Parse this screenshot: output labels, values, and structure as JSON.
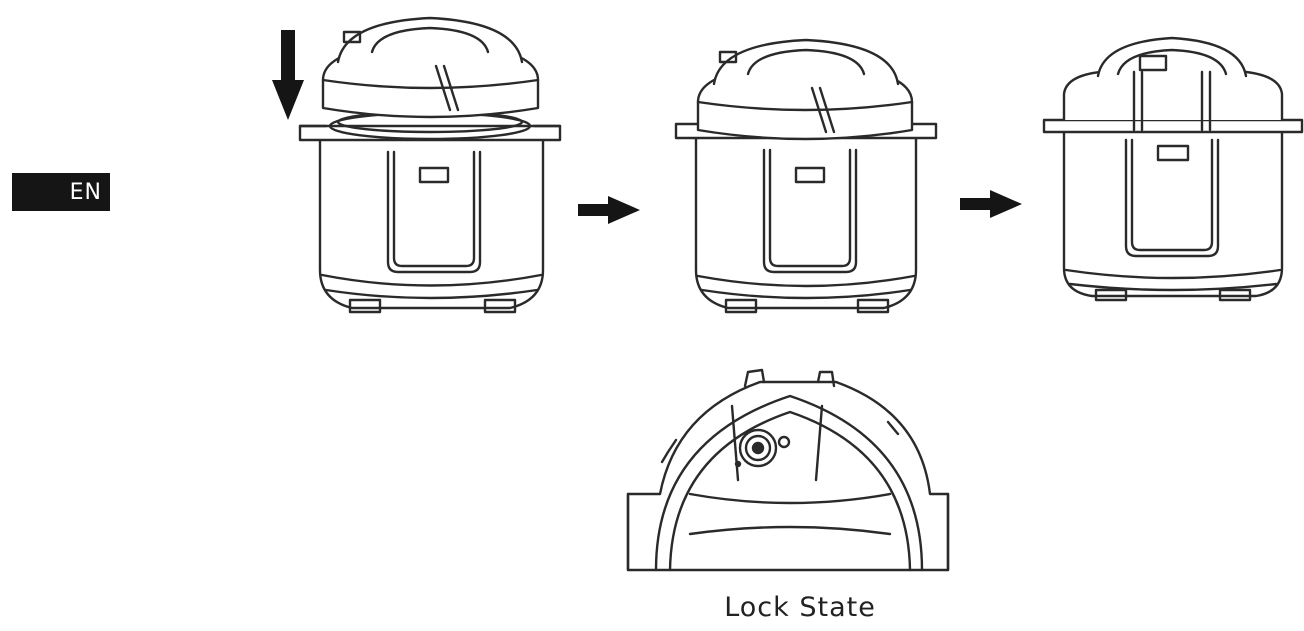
{
  "language_badge": "EN",
  "caption": "Lock State",
  "colors": {
    "ink": "#151515",
    "line": "#2a2a2a",
    "face": "#ffffff"
  },
  "steps": [
    {
      "icon": "arrow-down-icon"
    },
    {
      "icon": "pressure-cooker-lid-placing"
    },
    {
      "icon": "arrow-right-icon"
    },
    {
      "icon": "pressure-cooker-lid-set"
    },
    {
      "icon": "arrow-right-icon"
    },
    {
      "icon": "pressure-cooker-locked"
    },
    {
      "icon": "lid-top-view-locked"
    }
  ]
}
